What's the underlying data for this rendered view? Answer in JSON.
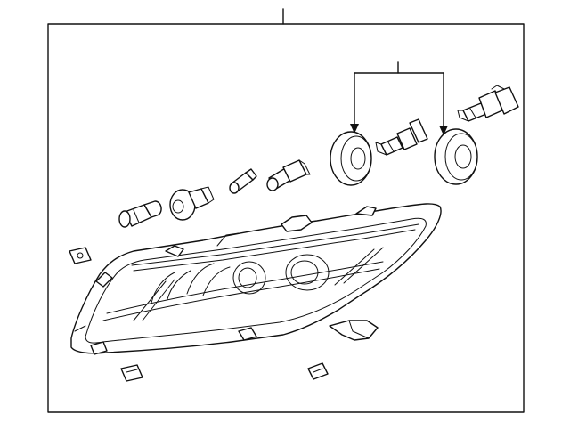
{
  "diagram": {
    "frame_visible": true,
    "callout_count": 2,
    "parts": [
      "headlight-assembly",
      "bulb-wedge-small",
      "bulb-socket",
      "bulb-wedge-mini",
      "bulb-socket-long",
      "dust-cap-left",
      "bulb-halogen-left",
      "dust-cap-right",
      "bulb-halogen-right",
      "retainer-clip"
    ]
  }
}
